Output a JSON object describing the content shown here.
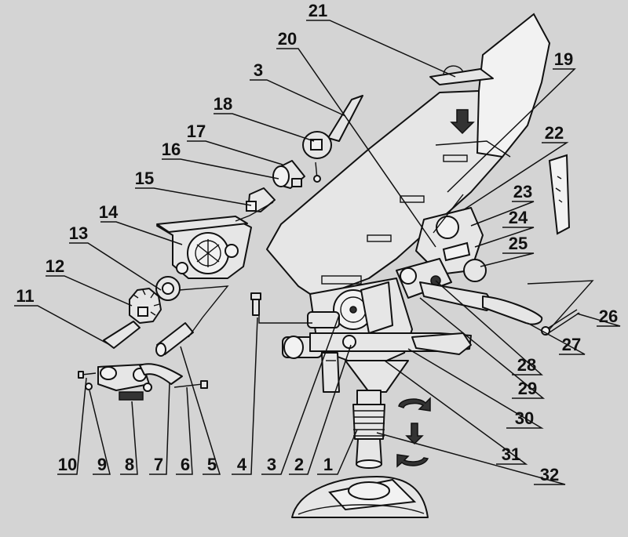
{
  "labels": {
    "l1": "1",
    "l2": "2",
    "l3a": "3",
    "l3b": "3",
    "l4": "4",
    "l5": "5",
    "l6": "6",
    "l7": "7",
    "l8": "8",
    "l9": "9",
    "l10": "10",
    "l11": "11",
    "l12": "12",
    "l13": "13",
    "l14": "14",
    "l15": "15",
    "l16": "16",
    "l17": "17",
    "l18": "18",
    "l19": "19",
    "l20": "20",
    "l21": "21",
    "l22": "22",
    "l23": "23",
    "l24": "24",
    "l25": "25",
    "l26": "26",
    "l27": "27",
    "l28": "28",
    "l29": "29",
    "l30": "30",
    "l31": "31",
    "l32": "32"
  },
  "colors": {
    "background": "#d4d4d4",
    "ink": "#111111",
    "part_fill": "#e6e6e6"
  }
}
